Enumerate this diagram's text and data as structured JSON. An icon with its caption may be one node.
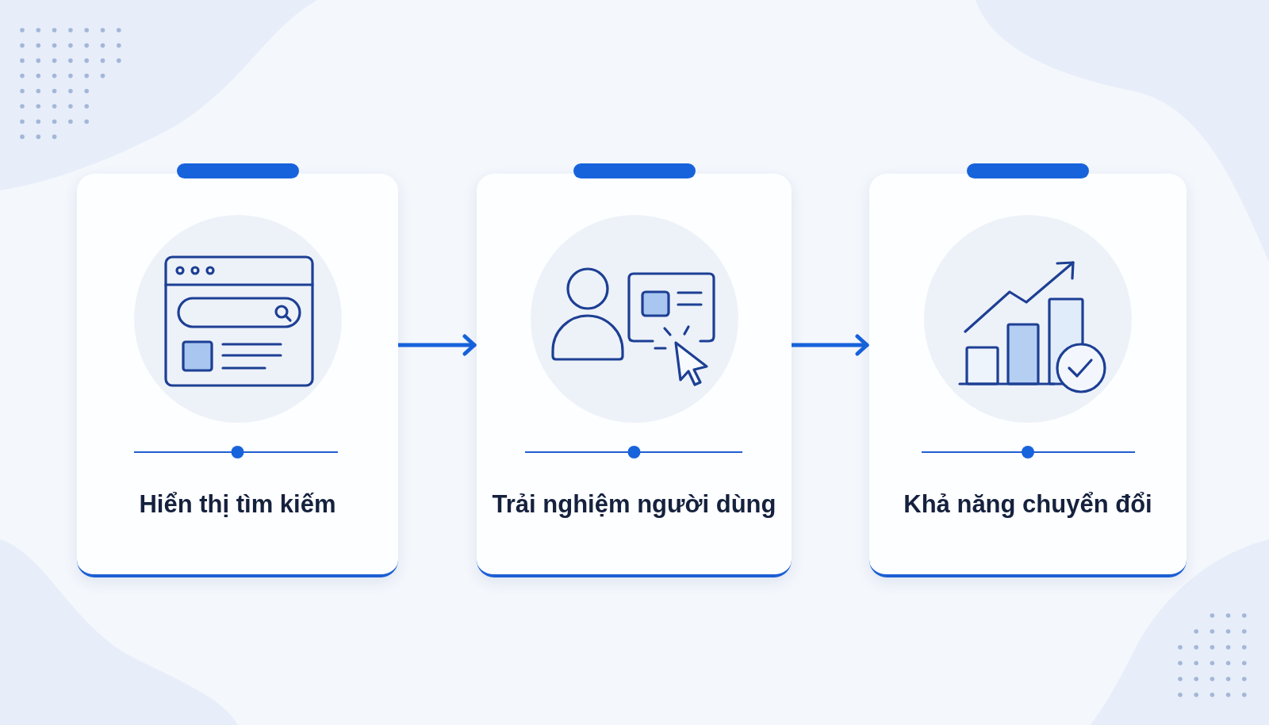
{
  "diagram": {
    "nodes": [
      {
        "text": [
          "Hiển thị tìm kiếm"
        ]
      },
      {
        "text": [
          "Trải nghiệm người dùng"
        ]
      },
      {
        "text": [
          "Khả năng chuyển đổi"
        ]
      }
    ],
    "edges": [
      {
        "from": 0,
        "to": 1,
        "arrow": "to"
      },
      {
        "from": 1,
        "to": 2,
        "arrow": "to"
      }
    ]
  }
}
